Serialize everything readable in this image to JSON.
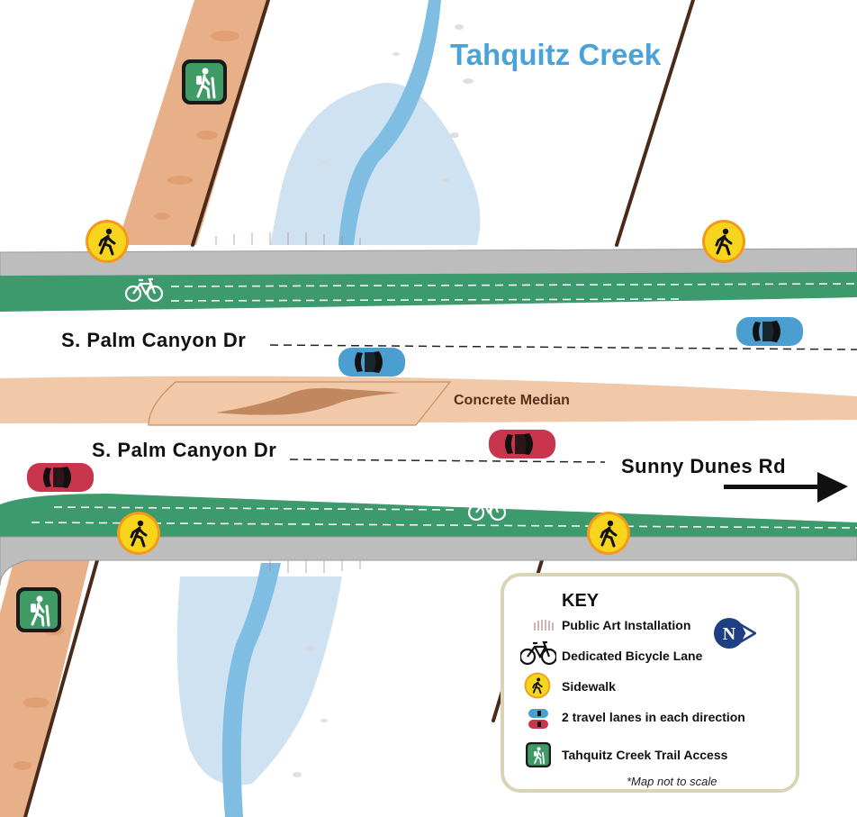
{
  "map": {
    "creek_name": "Tahquitz Creek",
    "street_north": "S. Palm Canyon Dr",
    "street_south": "S. Palm Canyon Dr",
    "cross_street": "Sunny Dunes Rd",
    "median_label": "Concrete Median"
  },
  "key": {
    "title": "KEY",
    "items": [
      {
        "icon": "public-art-icon",
        "label": "Public Art Installation"
      },
      {
        "icon": "bicycle-icon",
        "label": "Dedicated Bicycle Lane"
      },
      {
        "icon": "pedestrian-icon",
        "label": "Sidewalk"
      },
      {
        "icon": "cars-icon",
        "label": "2 travel lanes in each direction"
      },
      {
        "icon": "hiker-icon",
        "label": "Tahquitz Creek Trail Access"
      }
    ],
    "note": "*Map not to scale",
    "compass_letter": "N"
  },
  "colors": {
    "sidewalk": "#bdbdbd",
    "bike_lane": "#3d9a6c",
    "median": "#f2c9a8",
    "trail": "#e8b088",
    "creek": "#7fbde3",
    "car_blue": "#4a9ed0",
    "car_red": "#c8354c",
    "ped_sign": "#f7d51c",
    "trail_sign": "#3f9a66",
    "compass": "#1e3f84"
  }
}
